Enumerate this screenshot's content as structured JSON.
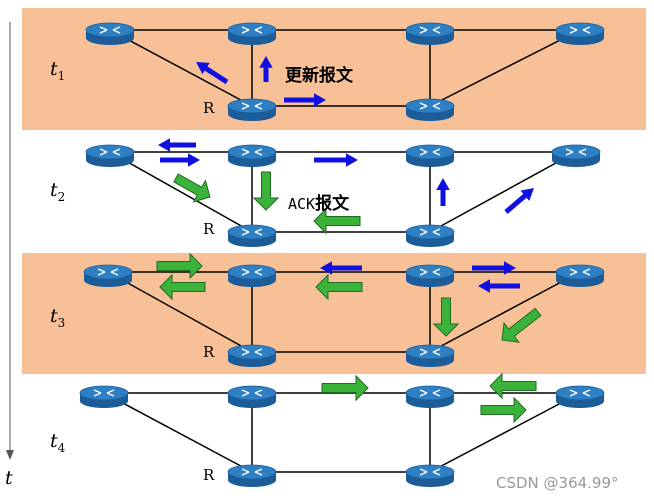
{
  "panels": [
    {
      "time_label": "t",
      "subscript": "1",
      "band": true
    },
    {
      "time_label": "t",
      "subscript": "2",
      "band": false
    },
    {
      "time_label": "t",
      "subscript": "3",
      "band": true
    },
    {
      "time_label": "t",
      "subscript": "4",
      "band": false
    }
  ],
  "router_label": "R",
  "time_axis_label": "t",
  "messages": {
    "update": "更新报文",
    "ack_prefix": "ACK",
    "ack_suffix": "报文"
  },
  "watermark": "CSDN @364.99°",
  "colors": {
    "band": "#f8c097",
    "update_arrow": "#1010e0",
    "ack_arrow": "#3bb33b",
    "router_top": "#2f7fc4",
    "router_side": "#1b5c99"
  }
}
